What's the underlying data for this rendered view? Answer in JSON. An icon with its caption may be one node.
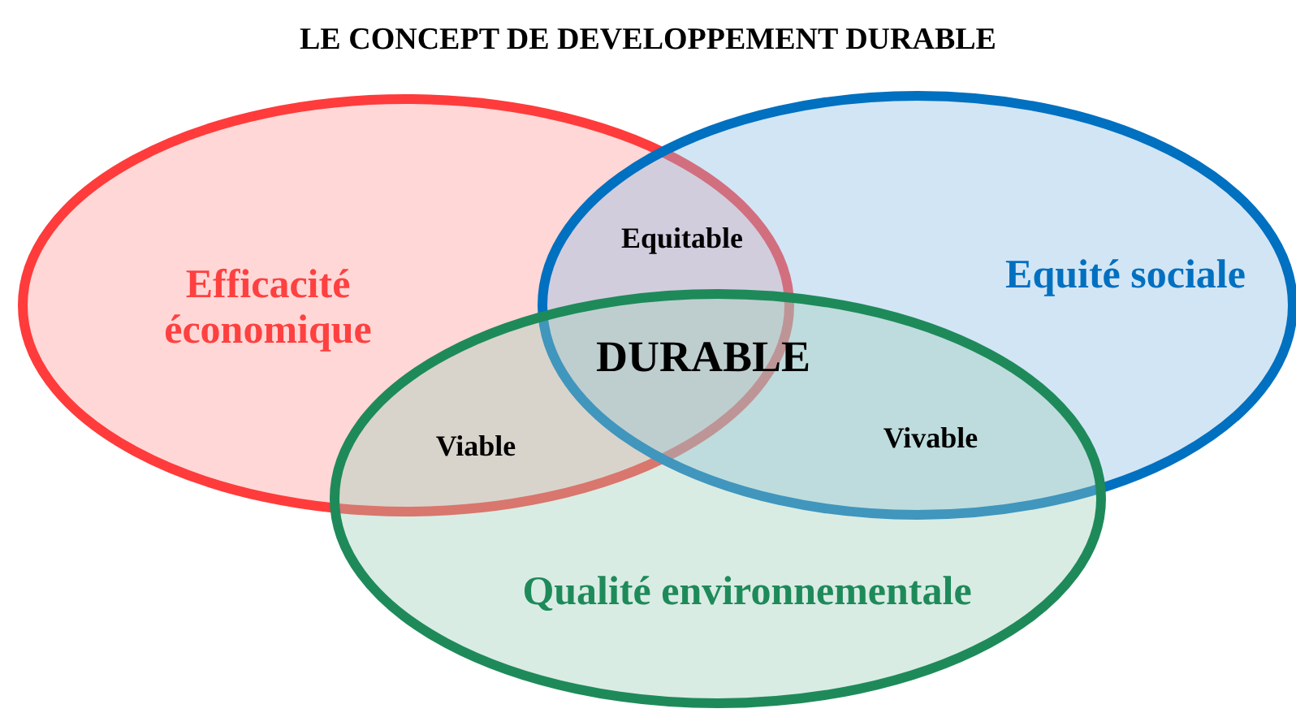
{
  "diagram": {
    "title": "LE CONCEPT DE DEVELOPPEMENT DURABLE",
    "nodes": [
      {
        "text": [
          "Efficacité économique"
        ]
      },
      {
        "text": [
          "Equité sociale"
        ]
      },
      {
        "text": [
          "Qualité environnementale"
        ]
      }
    ],
    "labels": [
      "Equitable",
      "DURABLE",
      "Viable",
      "Vivable"
    ]
  }
}
